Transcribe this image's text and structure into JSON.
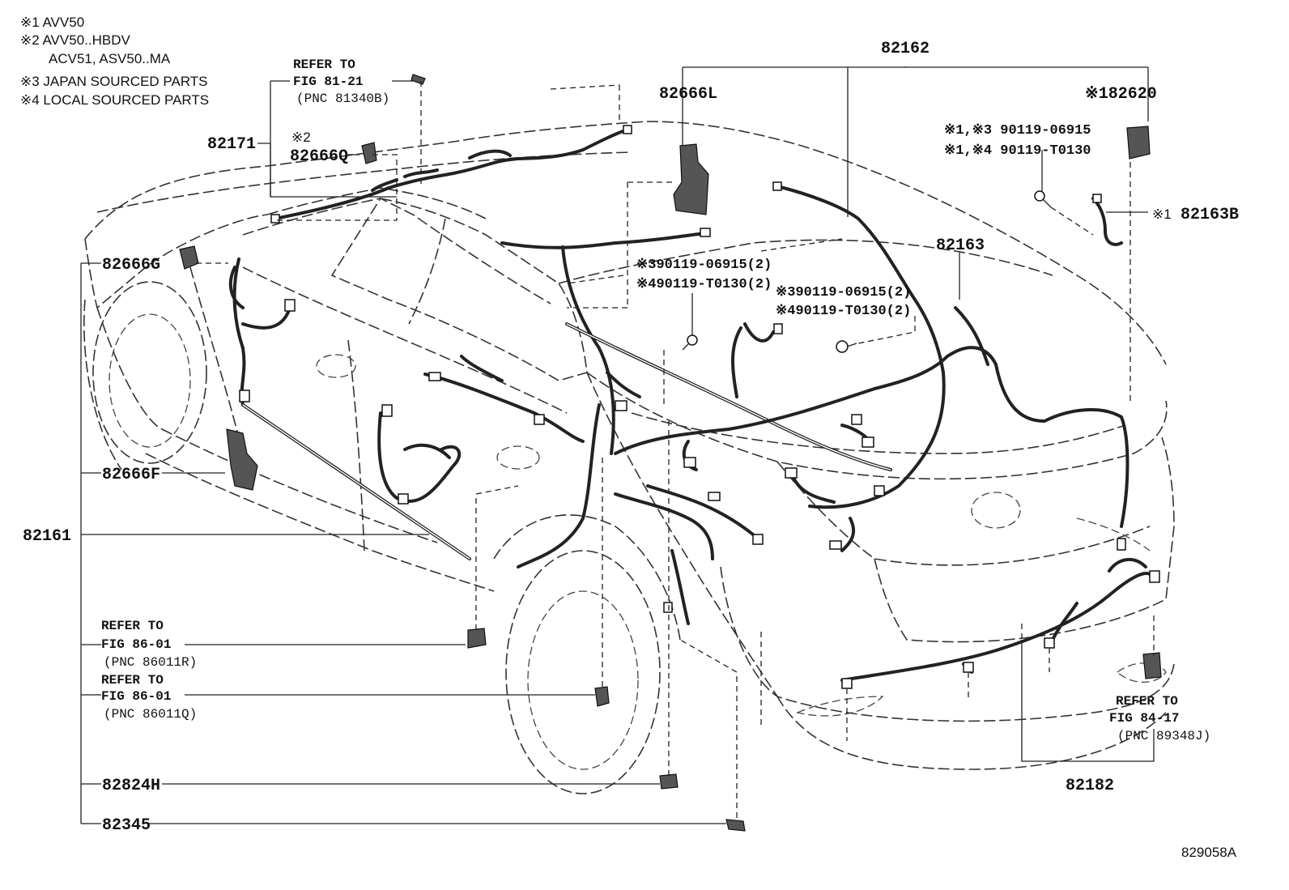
{
  "notes": [
    "※1 AVV50",
    "※2 AVV50..HBDV",
    "ACV51, ASV50..MA",
    "※3 JAPAN SOURCED PARTS",
    "※4 LOCAL SOURCED PARTS"
  ],
  "labels": {
    "p82162": "82162",
    "p82666L": "82666L",
    "p82620": "※182620",
    "p82171": "82171",
    "p82666Q_mark": "※2",
    "p82666Q": "82666Q",
    "p82666G": "82666G",
    "p82666F": "82666F",
    "p82161": "82161",
    "p82163": "82163",
    "p82163B_mark": "※1",
    "p82163B": "82163B",
    "p82182": "82182",
    "p82824H": "82824H",
    "p82345": "82345",
    "bolt_a": "※1,※3 90119-06915",
    "bolt_b": "※1,※4 90119-T0130",
    "bolt_c": "※390119-06915(2)",
    "bolt_d": "※490119-T0130(2)",
    "bolt_e": "※390119-06915(2)",
    "bolt_f": "※490119-T0130(2)",
    "figure_id": "829058A"
  },
  "refs": [
    {
      "line1": "REFER TO",
      "line2": "FIG 81-21",
      "line3": "(PNC 81340B)"
    },
    {
      "line1": "REFER TO",
      "line2": "FIG 86-01",
      "line3": "(PNC 86011R)"
    },
    {
      "line1": "REFER TO",
      "line2": "FIG 86-01",
      "line3": "(PNC 86011Q)"
    },
    {
      "line1": "REFER TO",
      "line2": "FIG 84-17",
      "line3": "(PNC 89348J)"
    }
  ]
}
